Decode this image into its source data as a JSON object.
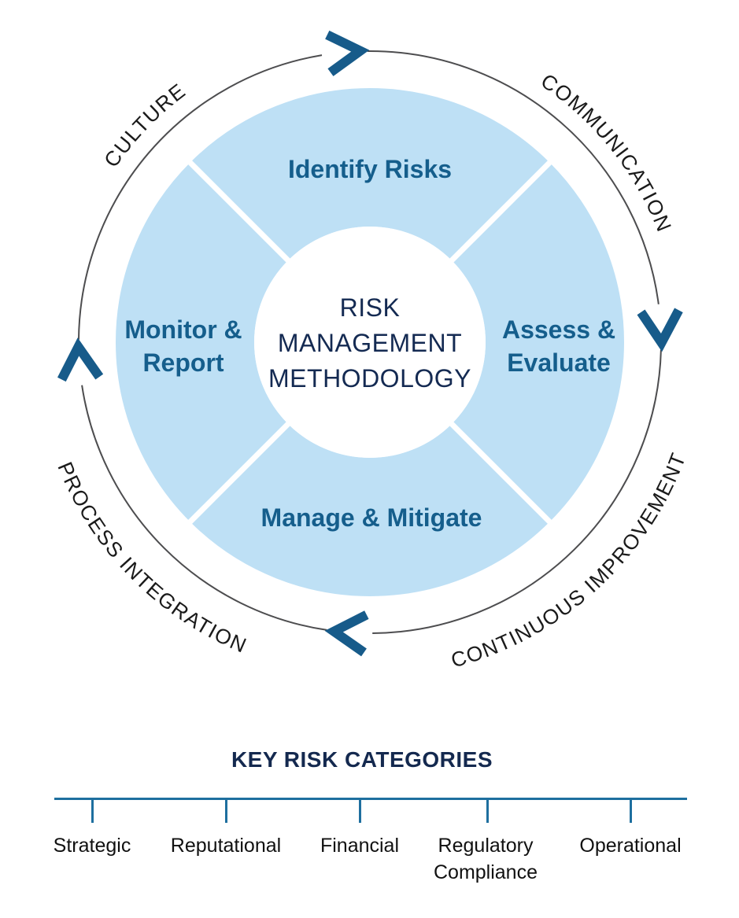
{
  "colors": {
    "ring_fill": "#BEE0F5",
    "quadrant_label": "#155E8C",
    "center_label": "#142A52",
    "arrow": "#175B8A",
    "outer_circle": "#4D4D4F",
    "outer_label": "#1A1A1A",
    "category_rule": "#1E6F9F",
    "title": "#14294F"
  },
  "cycle": {
    "center": [
      "RISK",
      "MANAGEMENT",
      "METHODOLOGY"
    ],
    "quadrants": {
      "top": "Identify Risks",
      "right": [
        "Assess &",
        "Evaluate"
      ],
      "bottom": "Manage & Mitigate",
      "left": [
        "Monitor &",
        "Report"
      ]
    },
    "enablers": {
      "top_left": "CULTURE",
      "top_right": "COMMUNICATION",
      "bottom_left": "PROCESS INTEGRATION",
      "bottom_right": "CONTINUOUS IMPROVEMENT"
    },
    "flow": {
      "direction": "clockwise",
      "arrow_count": 4
    }
  },
  "key_risk_categories": {
    "title": "KEY RISK CATEGORIES",
    "items": [
      {
        "label": "Strategic"
      },
      {
        "label": "Reputational"
      },
      {
        "label": "Financial"
      },
      {
        "label": "Regulatory Compliance"
      },
      {
        "label": "Operational"
      }
    ]
  }
}
